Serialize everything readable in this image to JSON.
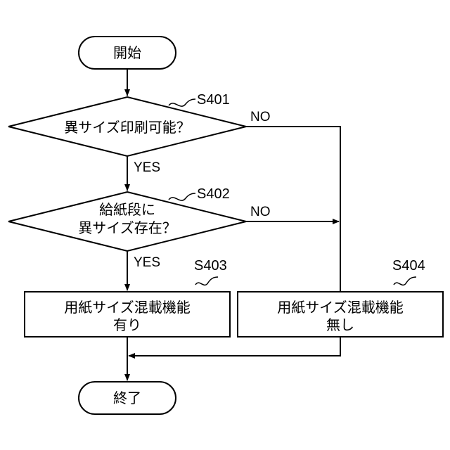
{
  "nodes": {
    "start": "開始",
    "s401_line1": "異サイズ印刷可能？",
    "s402_line1": "給紙段に",
    "s402_line2": "異サイズ存在？",
    "s403_line1": "用紙サイズ混載機能",
    "s403_line2": "有り",
    "s404_line1": "用紙サイズ混載機能",
    "s404_line2": "無し",
    "end": "終了"
  },
  "step_labels": {
    "s401": "S401",
    "s402": "S402",
    "s403": "S403",
    "s404": "S404"
  },
  "edge_labels": {
    "s401_yes": "YES",
    "s401_no": "NO",
    "s402_yes": "YES",
    "s402_no": "NO"
  }
}
